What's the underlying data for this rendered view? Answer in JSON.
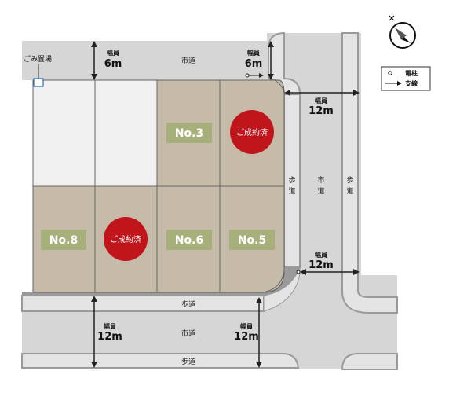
{
  "map": {
    "compass_icon": "north-arrow-icon",
    "colors": {
      "road": "#d6d6d6",
      "sidewalk": "#e4e4e4",
      "curb": "#9a9a9a",
      "lot_available": "#f0f0f0",
      "lot_sold_or_listed": "#c5bba8",
      "lot_label_bg": "#a7b07a",
      "sold_badge": "#c0161b"
    },
    "garbage_area": {
      "label": "ごみ置場"
    },
    "legend": {
      "line1": "電柱",
      "line2": "支線"
    },
    "roads": {
      "top": {
        "label": "市道",
        "width_label": "幅員",
        "width": "6m"
      },
      "top_right": {
        "width_label": "幅員",
        "width": "6m"
      },
      "right": {
        "label": "市道",
        "width_label": "幅員",
        "width": "12m"
      },
      "right_lower": {
        "width_label": "幅員",
        "width": "12m"
      },
      "right_sidewalk_left": "歩道",
      "right_sidewalk_right": "歩道",
      "bottom": {
        "label": "市道",
        "width_label": "幅員",
        "width": "12m"
      },
      "bottom_right": {
        "width_label": "幅員",
        "width": "12m"
      },
      "bottom_sidewalk_top": "歩道",
      "bottom_sidewalk_bottom": "歩道"
    },
    "lots": [
      {
        "id": "No.3",
        "status": ""
      },
      {
        "id": "",
        "status": "ご成約済"
      },
      {
        "id": "No.8",
        "status": ""
      },
      {
        "id": "",
        "status": "ご成約済"
      },
      {
        "id": "No.6",
        "status": ""
      },
      {
        "id": "No.5",
        "status": ""
      }
    ]
  }
}
